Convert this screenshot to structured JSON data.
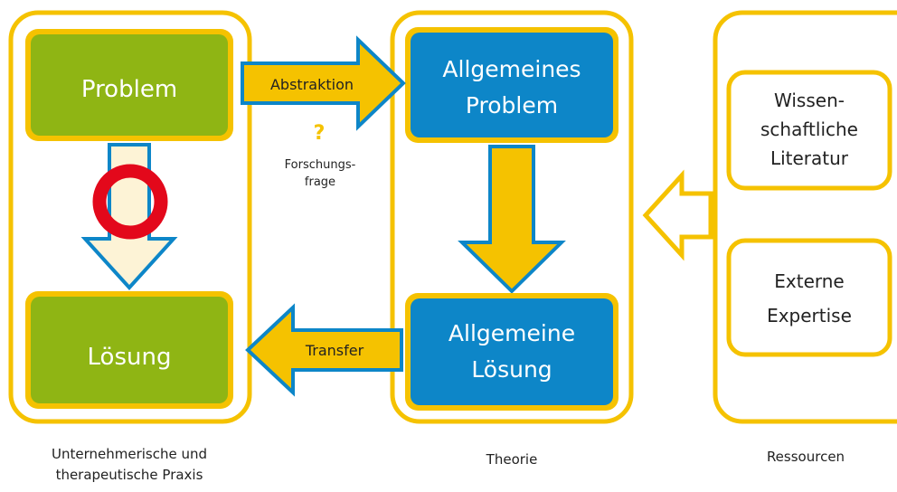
{
  "columns": {
    "practice": {
      "label_line1": "Unternehmerische und",
      "label_line2": "therapeutische Praxis",
      "problem": "Problem",
      "solution": "Lösung"
    },
    "theory": {
      "label": "Theorie",
      "problem_line1": "Allgemeines",
      "problem_line2": "Problem",
      "solution_line1": "Allgemeine",
      "solution_line2": "Lösung"
    },
    "resources": {
      "label": "Ressourcen",
      "literature_line1": "Wissen-",
      "literature_line2": "schaftliche",
      "literature_line3": "Literatur",
      "expertise_line1": "Externe",
      "expertise_line2": "Expertise"
    }
  },
  "arrows": {
    "abstraction": "Abstraktion",
    "transfer": "Transfer",
    "question_mark": "?",
    "research_question_line1": "Forschungs-",
    "research_question_line2": "frage"
  },
  "colors": {
    "gold": "#f5c200",
    "green": "#8fb514",
    "blue": "#0d86c8",
    "cream": "#fdf3d6",
    "red": "#e3081b",
    "text_dark": "#222222",
    "text_light": "#ffffff"
  },
  "icons": {
    "blocked_marker": "red-ring-icon"
  }
}
